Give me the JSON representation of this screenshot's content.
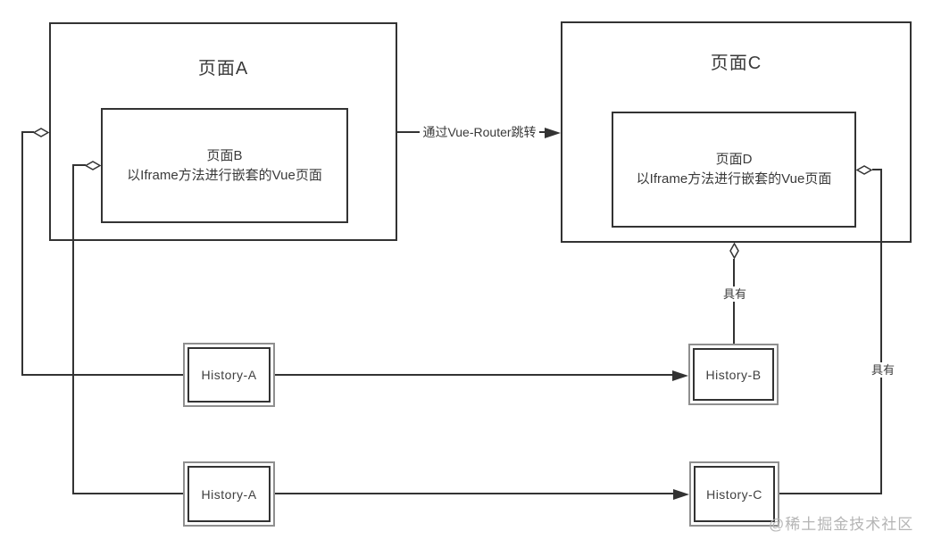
{
  "pages": {
    "pageA": {
      "title": "页面A"
    },
    "pageB": {
      "title": "页面B",
      "subtitle": "以Iframe方法进行嵌套的Vue页面"
    },
    "pageC": {
      "title": "页面C"
    },
    "pageD": {
      "title": "页面D",
      "subtitle": "以Iframe方法进行嵌套的Vue页面"
    }
  },
  "history_nodes": {
    "historyA_top": {
      "label": "History-A"
    },
    "historyB": {
      "label": "History-B"
    },
    "historyA_bottom": {
      "label": "History-A"
    },
    "historyC": {
      "label": "History-C"
    }
  },
  "edges": {
    "router_jump_label": "通过Vue-Router跳转",
    "pageC_has_historyB_label": "具有",
    "pageD_has_historyC_label": "具有"
  },
  "watermark": "@稀土掘金技术社区",
  "colors": {
    "line": "#333333",
    "history_outer_border": "#8f8f8f",
    "watermark": "#b5b5b5",
    "background": "#ffffff"
  }
}
